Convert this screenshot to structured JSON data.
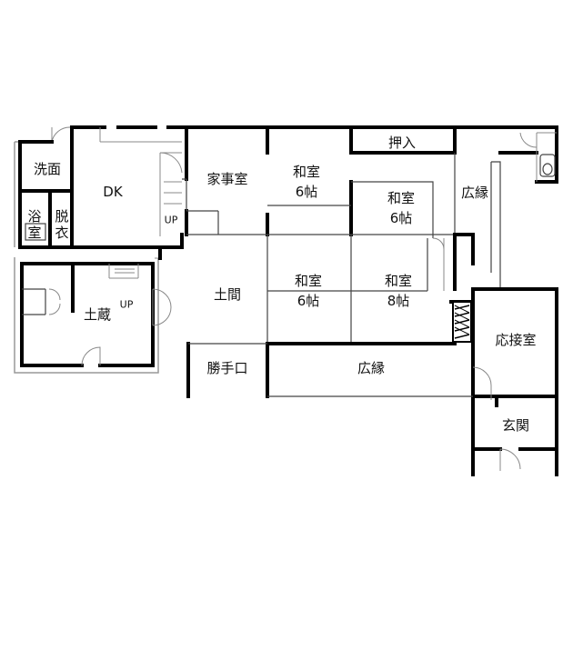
{
  "rooms": {
    "senmen": "洗面",
    "dk": "DK",
    "yoku_1": "浴",
    "yoku_2": "室",
    "datsu_1": "脱",
    "datsu_2": "衣",
    "up_dk": "UP",
    "kajishitsu": "家事室",
    "washitsu_nw_1": "和室",
    "washitsu_nw_2": "6帖",
    "oshiire": "押入",
    "washitsu_ne_1": "和室",
    "washitsu_ne_2": "6帖",
    "hiroen_right": "広縁",
    "dozou": "土蔵",
    "up_dozou": "UP",
    "doma": "土間",
    "washitsu_sw_1": "和室",
    "washitsu_sw_2": "6帖",
    "washitsu_se_1": "和室",
    "washitsu_se_2": "8帖",
    "ousetsushitsu": "応接室",
    "katteguchi": "勝手口",
    "hiroen_bottom": "広縁",
    "genkan": "玄関"
  }
}
